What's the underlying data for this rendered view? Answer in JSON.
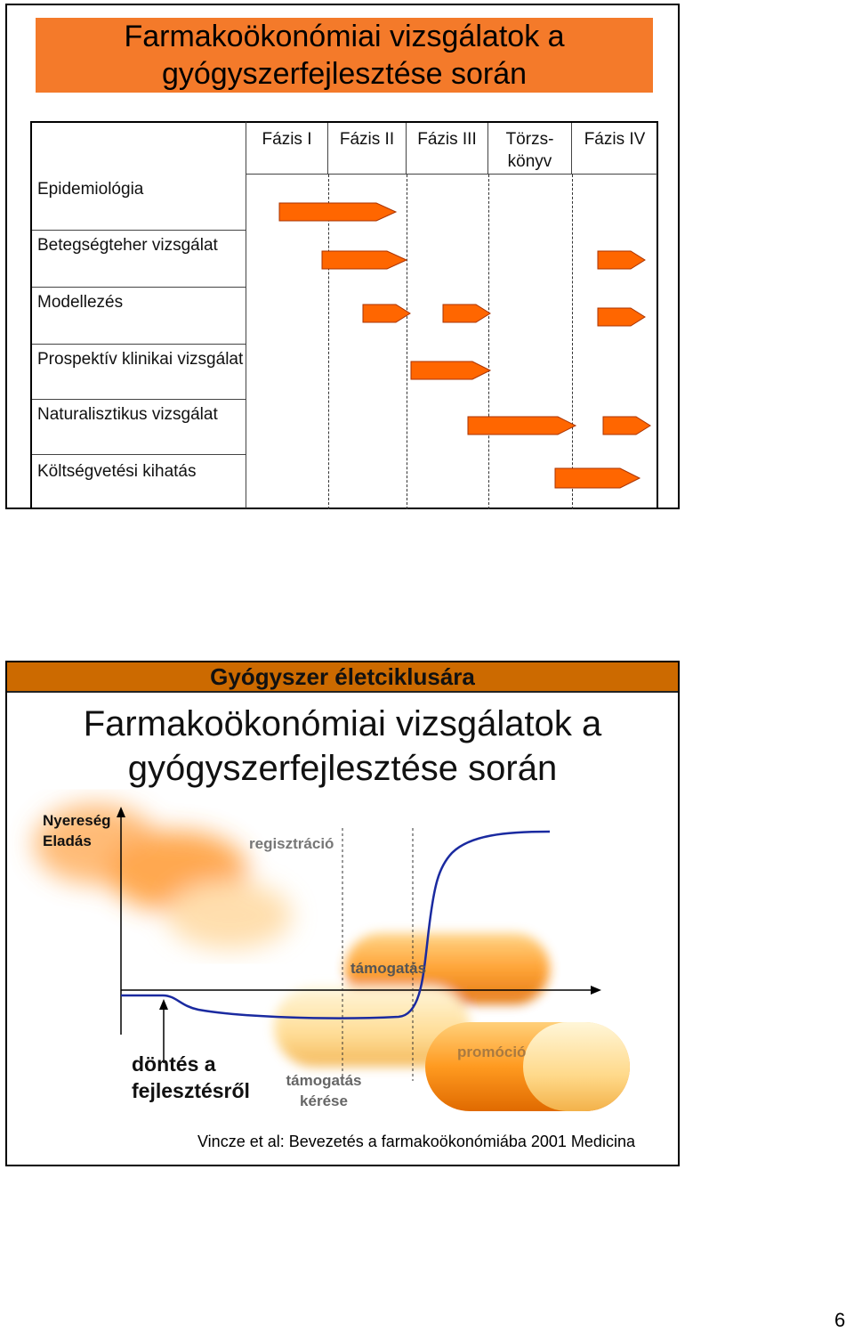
{
  "slide1": {
    "title_line1": "Farmakoökonómiai vizsgálatok a",
    "title_line2": "gyógyszerfejlesztése során",
    "phases": [
      {
        "label": "Fázis I"
      },
      {
        "label": "Fázis II"
      },
      {
        "label": "Fázis III"
      },
      {
        "label": "Törzs-\nkönyv"
      },
      {
        "label": "Fázis IV"
      }
    ],
    "rows": [
      {
        "label": "Epidemiológia"
      },
      {
        "label": "Betegségteher vizsgálat"
      },
      {
        "label": "Modellezés"
      },
      {
        "label": "Prospektív klinikai vizsgálat"
      },
      {
        "label": "Naturalisztikus vizsgálat"
      },
      {
        "label": "Költségvetési kihatás"
      }
    ],
    "arrow_color": "#ff6600"
  },
  "slide2": {
    "header": "Gyógyszer életciklusára",
    "title_line1": "Farmakoökonómiai vizsgálatok a",
    "title_line2": "gyógyszerfejlesztése során",
    "y_label_line1": "Nyereség",
    "y_label_line2": "Eladás",
    "label_registration": "regisztráció",
    "label_reimbursement": "támogatás",
    "label_decision_line1": "döntés a",
    "label_decision_line2": "fejlesztésről",
    "label_request_line1": "támogatás",
    "label_request_line2": "kérése",
    "label_promotion": "promóció",
    "citation": "Vincze et al: Bevezetés a farmakoökonómiába 2001 Medicina",
    "curve_color": "#1a2aa0"
  },
  "page_number": "6"
}
